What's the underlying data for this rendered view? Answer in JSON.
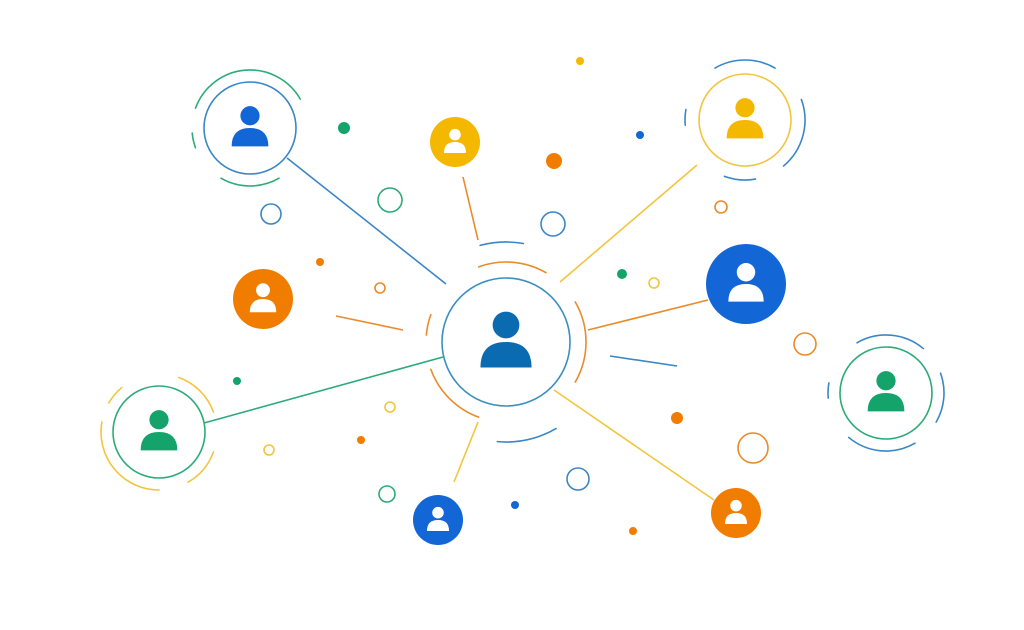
{
  "colors": {
    "blue": "#1366d6",
    "deep_blue": "#0b6bb0",
    "teal_outline": "#3b8fbf",
    "green": "#14a36b",
    "yellow": "#f5b800",
    "orange": "#f07d00",
    "line_blue": "#3a86c8",
    "line_yellow": "#f2c53d",
    "line_orange": "#ea8a2a",
    "line_green": "#2cab79"
  },
  "nodes": [
    {
      "id": "center",
      "style": "outline",
      "color": "teal_outline",
      "icon": "user-icon",
      "icon_color": "deep_blue"
    },
    {
      "id": "top-left",
      "style": "outline",
      "color": "line_blue",
      "icon": "user-icon",
      "icon_color": "blue"
    },
    {
      "id": "top-yellow",
      "style": "filled",
      "color": "yellow",
      "icon": "user-icon"
    },
    {
      "id": "top-right",
      "style": "outline",
      "color": "line_yellow",
      "icon": "user-icon",
      "icon_color": "yellow"
    },
    {
      "id": "left-orange",
      "style": "filled",
      "color": "orange",
      "icon": "user-icon"
    },
    {
      "id": "right-blue",
      "style": "filled",
      "color": "blue",
      "icon": "user-icon"
    },
    {
      "id": "right-green",
      "style": "outline",
      "color": "line_green",
      "icon": "user-icon",
      "icon_color": "green"
    },
    {
      "id": "left-green",
      "style": "outline",
      "color": "line_green",
      "icon": "user-icon",
      "icon_color": "green"
    },
    {
      "id": "bottom-blue",
      "style": "filled",
      "color": "blue",
      "icon": "user-icon"
    },
    {
      "id": "bottom-right-orange",
      "style": "filled",
      "color": "orange",
      "icon": "user-icon"
    }
  ]
}
